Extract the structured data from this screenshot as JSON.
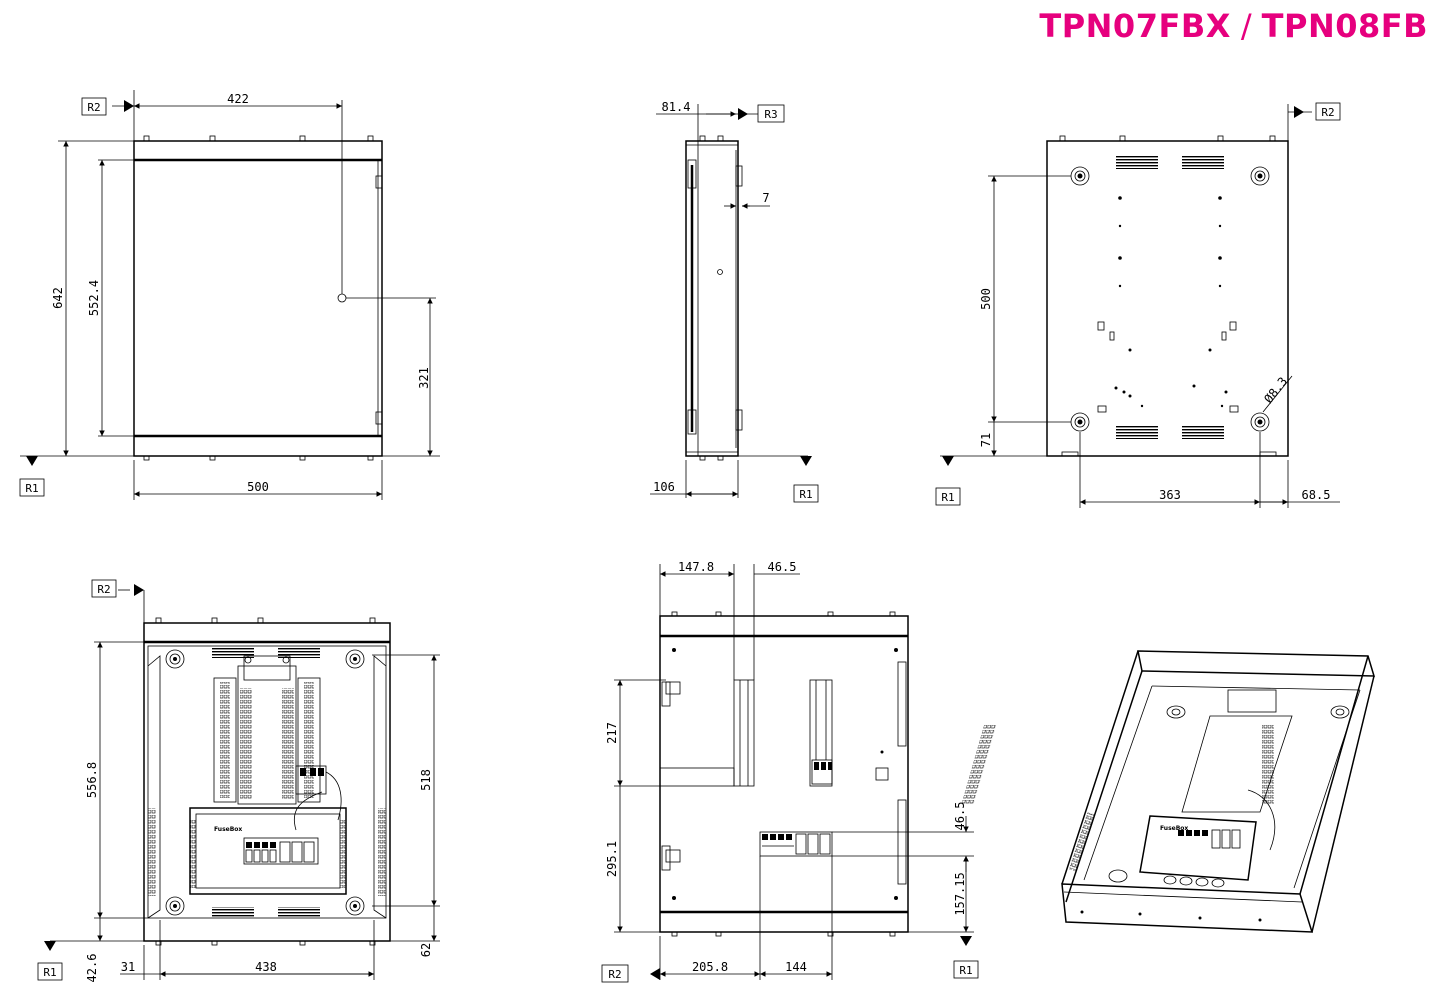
{
  "title": {
    "model_a": "TPN07FBX",
    "separator": "/",
    "model_b": "TPN08FB"
  },
  "colors": {
    "brand": "#e6007e",
    "line": "#000000"
  },
  "refs": {
    "r1": "R1",
    "r2": "R2",
    "r3": "R3"
  },
  "brand_label": "FuseBox",
  "views": {
    "front": {
      "width": "500",
      "height": "642",
      "inner_height": "552.4",
      "hole_x": "422",
      "hole_y": "321"
    },
    "side": {
      "depth": "106",
      "top_offset": "81.4",
      "flange": "7"
    },
    "rear": {
      "hole_vertical": "500",
      "bottom_offset": "71",
      "hole_horizontal": "363",
      "edge_offset": "68.5",
      "hole_dia": "Ø8.3"
    },
    "internal": {
      "chassis_height": "556.8",
      "mount_height": "518",
      "chassis_width": "438",
      "left_offset": "31",
      "bottom_offset": "42.6",
      "mount_bottom": "62"
    },
    "section": {
      "top_left": "147.8",
      "top_right": "46.5",
      "upper": "217",
      "lower": "295.1",
      "right_top": "46.5",
      "right_bottom": "157.15",
      "bottom_left": "205.8",
      "bottom_right": "144"
    }
  }
}
